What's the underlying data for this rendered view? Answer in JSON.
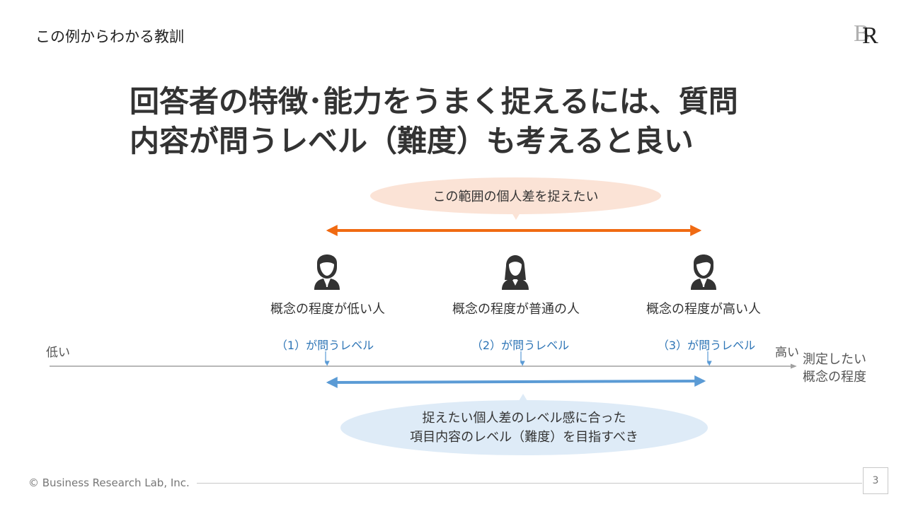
{
  "header": {
    "section_label": "この例からわかる教訓",
    "logo_letters": "BR"
  },
  "headline": {
    "line1": "回答者の特徴･能力をうまく捉えるには、質問",
    "line2": "内容が問うレベル（難度）も考えると良い"
  },
  "callouts": {
    "top": "この範囲の個人差を捉えたい",
    "bottom_line1": "捉えたい個人差のレベル感に合った",
    "bottom_line2": "項目内容のレベル（難度）を目指すべき"
  },
  "people": [
    {
      "label": "概念の程度が低い人",
      "icon": "male-person-icon"
    },
    {
      "label": "概念の程度が普通の人",
      "icon": "female-person-icon"
    },
    {
      "label": "概念の程度が高い人",
      "icon": "male-person-icon"
    }
  ],
  "levels": [
    {
      "label": "（1）が問うレベル"
    },
    {
      "label": "（2）が問うレベル"
    },
    {
      "label": "（3）が問うレベル"
    }
  ],
  "axis": {
    "low_label": "低い",
    "high_label": "高い",
    "name_line1": "測定したい",
    "name_line2": "概念の程度"
  },
  "colors": {
    "orange_arrow": "#f06a12",
    "blue_arrow": "#5b9bd5",
    "level_text": "#2e75b6",
    "callout_top_fill": "#fbe3d6",
    "callout_bottom_fill": "#deebf7",
    "person_icon": "#333333"
  },
  "footer": {
    "copyright": "© Business Research Lab, Inc.",
    "page_number": "3"
  }
}
